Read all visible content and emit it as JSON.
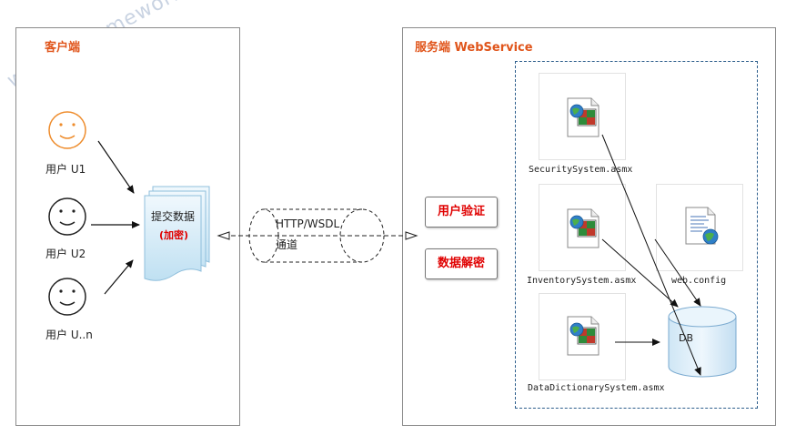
{
  "watermark": "www.csframework.com",
  "client": {
    "title": "客户端",
    "users": [
      {
        "label": "用户 U1",
        "color": "#ee8c2c"
      },
      {
        "label": "用户 U2",
        "color": "#222222"
      },
      {
        "label": "用户 U..n",
        "color": "#222222"
      }
    ],
    "submit_label": "提交数据",
    "encrypt_label": "(加密)"
  },
  "channel": {
    "protocol": "HTTP/WSDL",
    "name": "通道"
  },
  "server": {
    "title": "服务端 WebService",
    "actions": [
      "用户验证",
      "数据解密"
    ],
    "services": [
      {
        "name": "SecuritySystem.asmx",
        "icon": "asmx-file-icon"
      },
      {
        "name": "InventorySystem.asmx",
        "icon": "asmx-file-icon"
      },
      {
        "name": "DataDictionarySystem.asmx",
        "icon": "asmx-file-icon"
      },
      {
        "name": "web.config",
        "icon": "config-file-icon"
      }
    ],
    "database": "DB"
  },
  "colors": {
    "accent": "#e0551b",
    "action_text": "#e00000",
    "dashed_border": "#2d5e8c",
    "document_fill": "#d7ecf7"
  }
}
